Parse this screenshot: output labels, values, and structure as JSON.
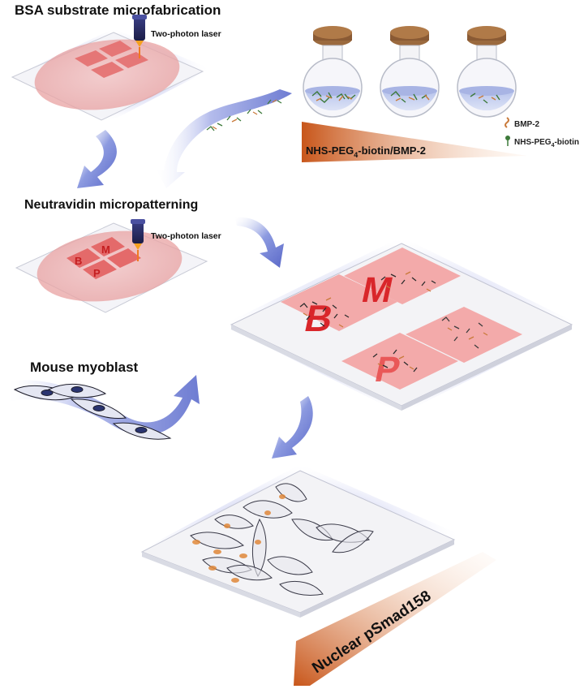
{
  "labels": {
    "bsa_title": "BSA substrate microfabrication",
    "laser1": "Two-photon laser",
    "neutravidin_title": "Neutravidin micropatterning",
    "laser2": "Two-photon laser",
    "myoblast_title": "Mouse myoblast",
    "gradient_label": "NHS-PEG",
    "gradient_sub": "4",
    "gradient_label_tail": "-biotin/BMP-2",
    "nuclear_label": "Nuclear pSmad158"
  },
  "legend": {
    "bmp2": "BMP-2",
    "peg_biotin": "NHS-PEG",
    "peg_biotin_sub": "4",
    "peg_biotin_tail": "-biotin"
  },
  "pattern_letters": [
    "B",
    "M",
    "P"
  ],
  "colors": {
    "accent_red": "#d9262a",
    "pattern_pink": "#f0a0a0",
    "arrow_blue": "#8090d8",
    "gradient_orange": "#d2661e",
    "flask_cap": "#8a5a34"
  }
}
